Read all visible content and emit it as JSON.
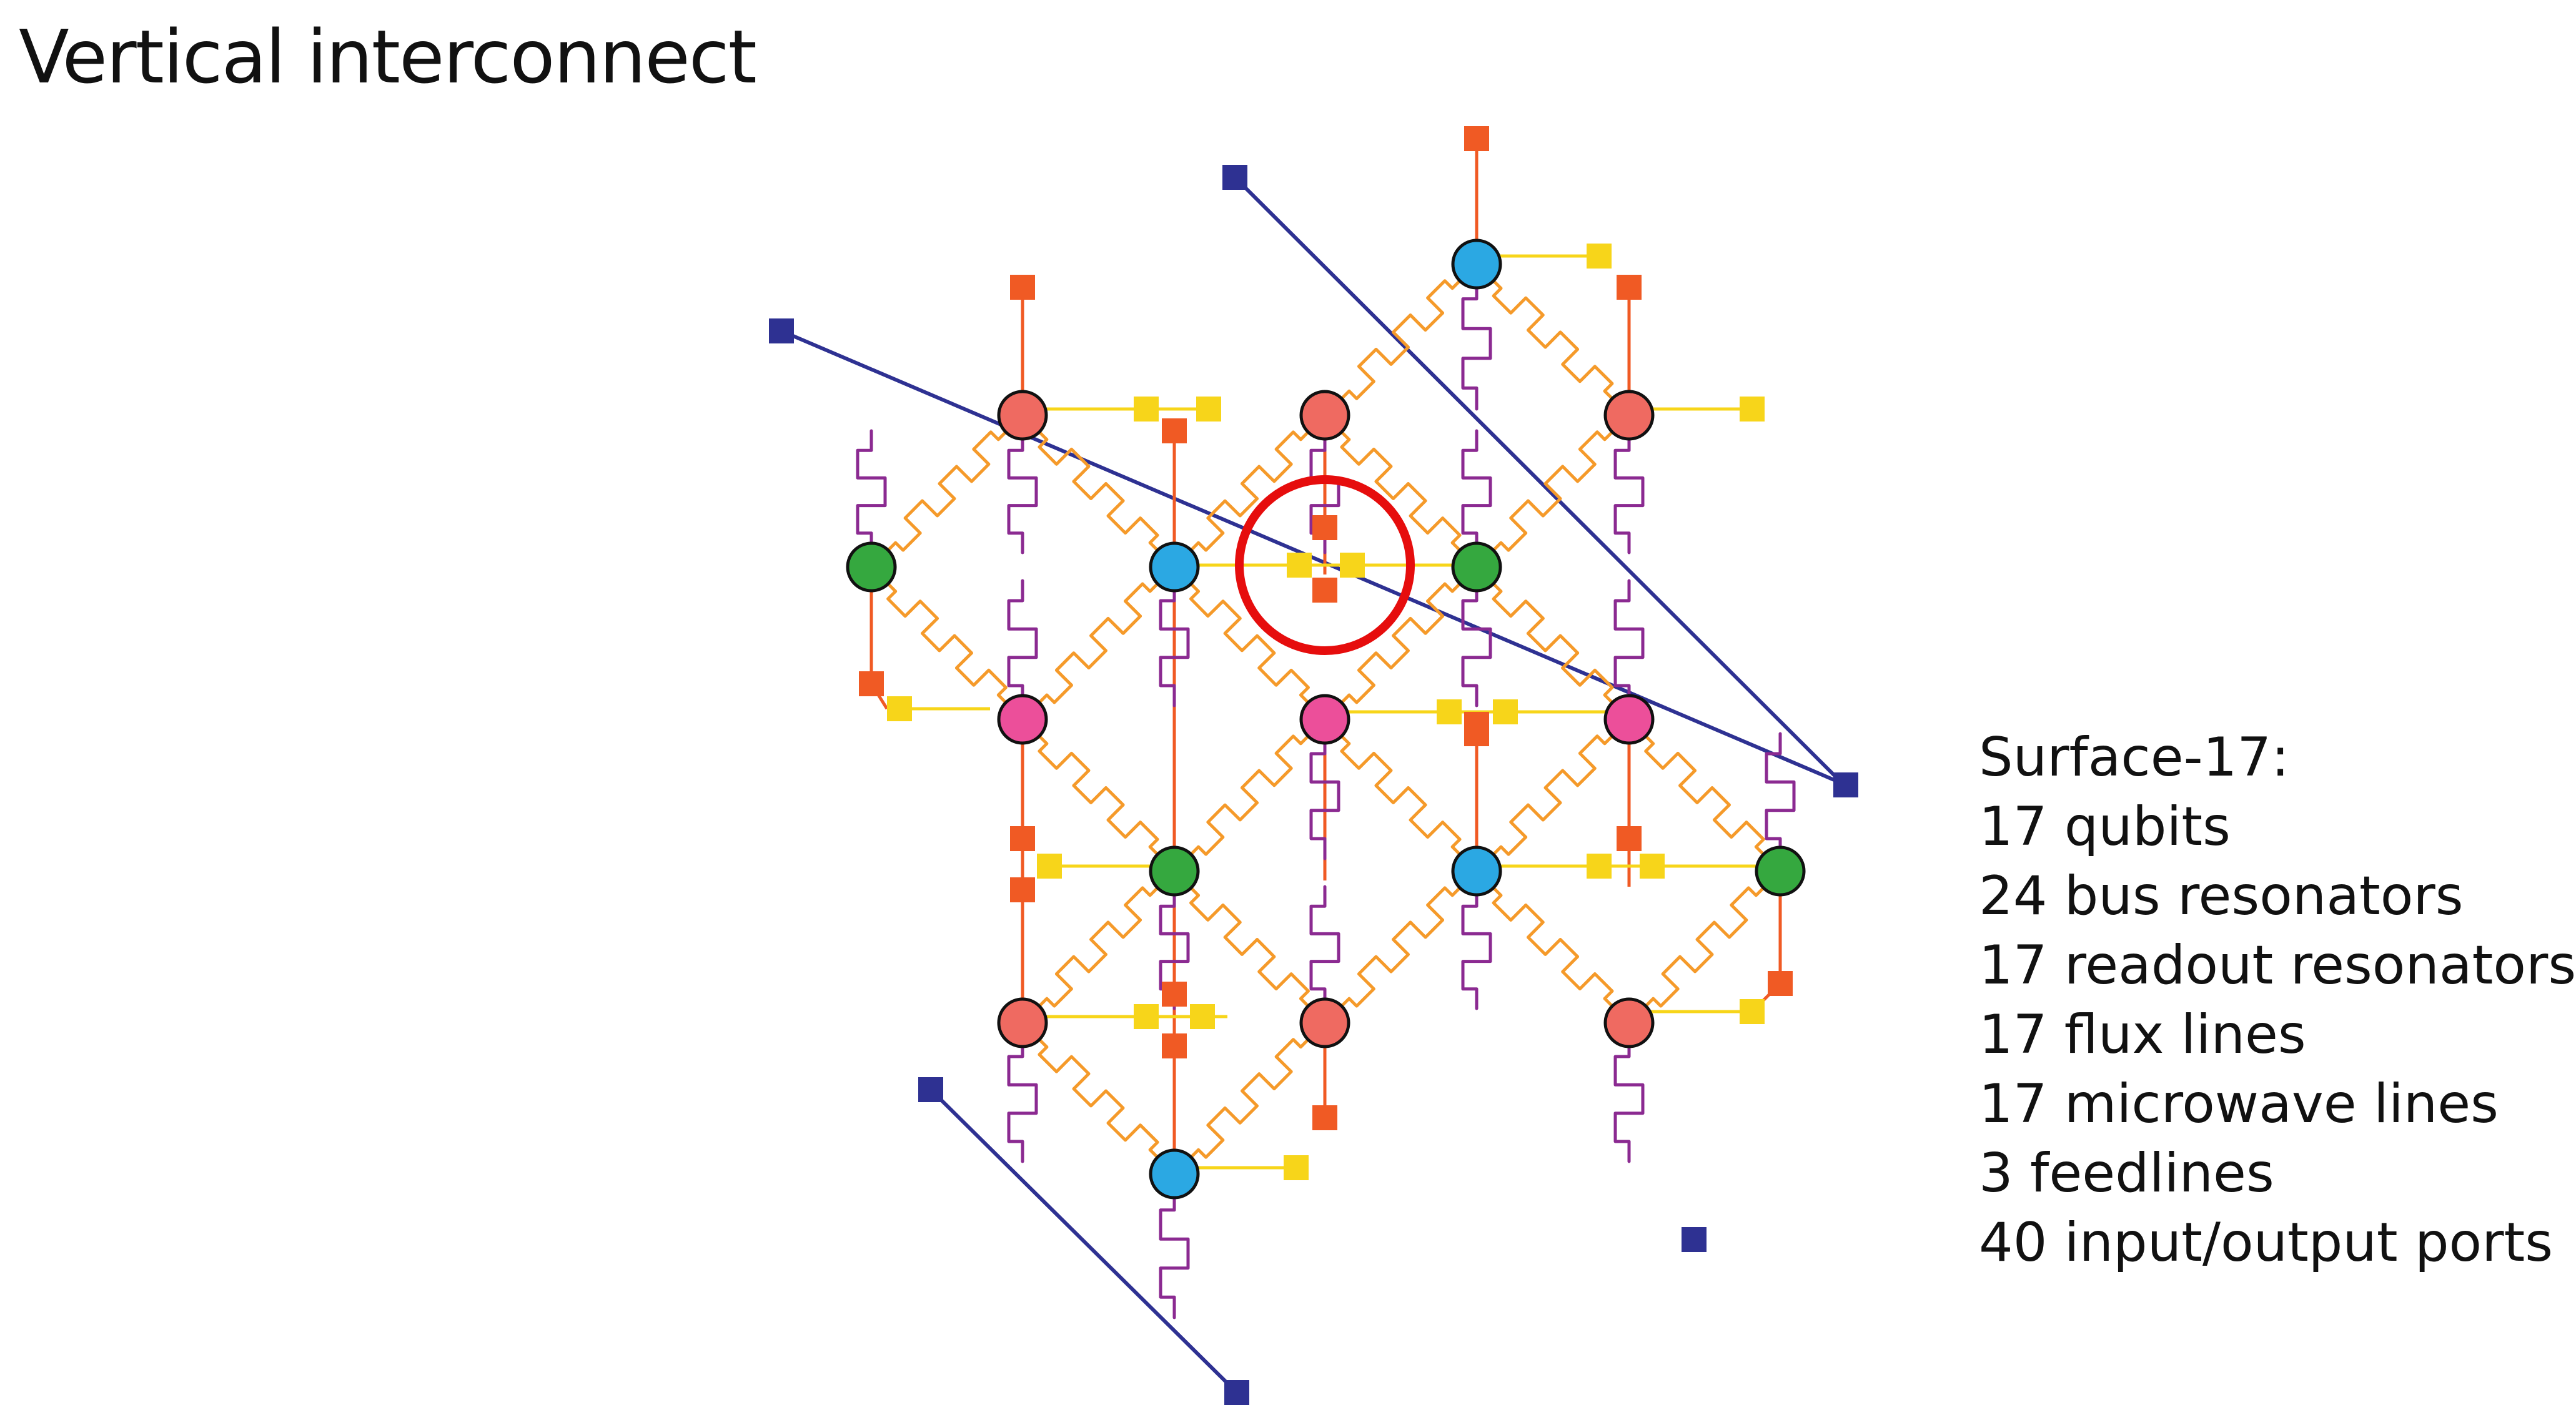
{
  "title": "Vertical interconnect",
  "summary": {
    "heading": "Surface-17:",
    "items": [
      "17 qubits",
      "24 bus resonators",
      "17 readout resonators",
      "17 flux lines",
      "17 microwave lines",
      "3 feedlines",
      "40 input/output ports"
    ]
  },
  "colors": {
    "data_qubit": "#ef6a61",
    "ancilla_x": "#2ba8e3",
    "ancilla_z": "#35a83f",
    "pink_qubit": "#ec4f9a",
    "bus_resonator": "#f59a2a",
    "readout_resonator": "#8b2a91",
    "flux_line": "#f05a24",
    "microwave_line": "#f7d51a",
    "feedline": "#2e3192",
    "highlight": "#e60d0d"
  }
}
